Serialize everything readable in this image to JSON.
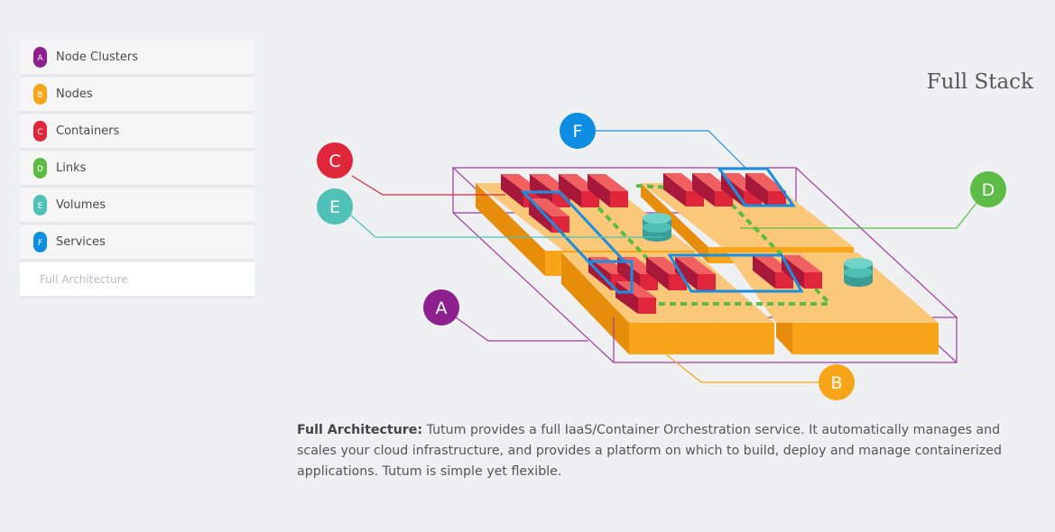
{
  "sidebar": {
    "items": [
      {
        "badge": "A",
        "label": "Node Clusters",
        "color": "#8e1f8e"
      },
      {
        "badge": "B",
        "label": "Nodes",
        "color": "#f9a51a"
      },
      {
        "badge": "C",
        "label": "Containers",
        "color": "#e0263a"
      },
      {
        "badge": "D",
        "label": "Links",
        "color": "#5cbc45"
      },
      {
        "badge": "E",
        "label": "Volumes",
        "color": "#4fc1b6"
      },
      {
        "badge": "F",
        "label": "Services",
        "color": "#0e8ee3"
      },
      {
        "label": "Full Architecture",
        "active": true
      }
    ]
  },
  "title": "Full Stack",
  "diagram": {
    "callouts": {
      "A": "A",
      "B": "B",
      "C": "C",
      "D": "D",
      "E": "E",
      "F": "F"
    }
  },
  "description": {
    "lead": "Full Architecture:",
    "text": " Tutum provides a full IaaS/Container Orchestration service. It automatically manages and scales your cloud infrastructure, and provides a platform on which to build, deploy and manage containerized applications. Tutum is simple yet flexible."
  },
  "colors": {
    "cluster": "#a23aa8",
    "node": "#f9a51a",
    "node_top": "#fbc779",
    "container": "#e0263a",
    "link": "#5cbc45",
    "volume": "#4fc1b6",
    "service": "#1a8ee0"
  }
}
